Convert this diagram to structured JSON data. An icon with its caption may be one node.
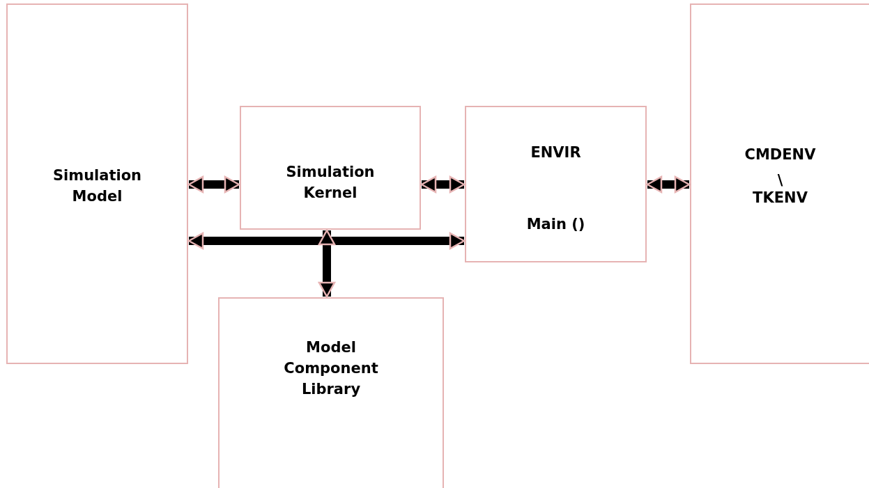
{
  "diagram": {
    "nodes": [
      {
        "text": [
          "Simulation Model"
        ]
      },
      {
        "text": [
          "Simulation Kernel"
        ]
      },
      {
        "text": [
          "ENVIR",
          "Main ()"
        ]
      },
      {
        "text": [
          "CMDENV",
          "\\",
          "TKENV"
        ]
      },
      {
        "text": [
          "Model Component Library"
        ]
      }
    ],
    "edges": [
      {
        "from": 0,
        "to": 1,
        "arrow": "both"
      },
      {
        "from": 1,
        "to": 2,
        "arrow": "both"
      },
      {
        "from": 2,
        "to": 3,
        "arrow": "both"
      },
      {
        "from": 0,
        "to": 2,
        "arrow": "both"
      },
      {
        "from": 1,
        "to": 4,
        "arrow": "both"
      }
    ]
  }
}
